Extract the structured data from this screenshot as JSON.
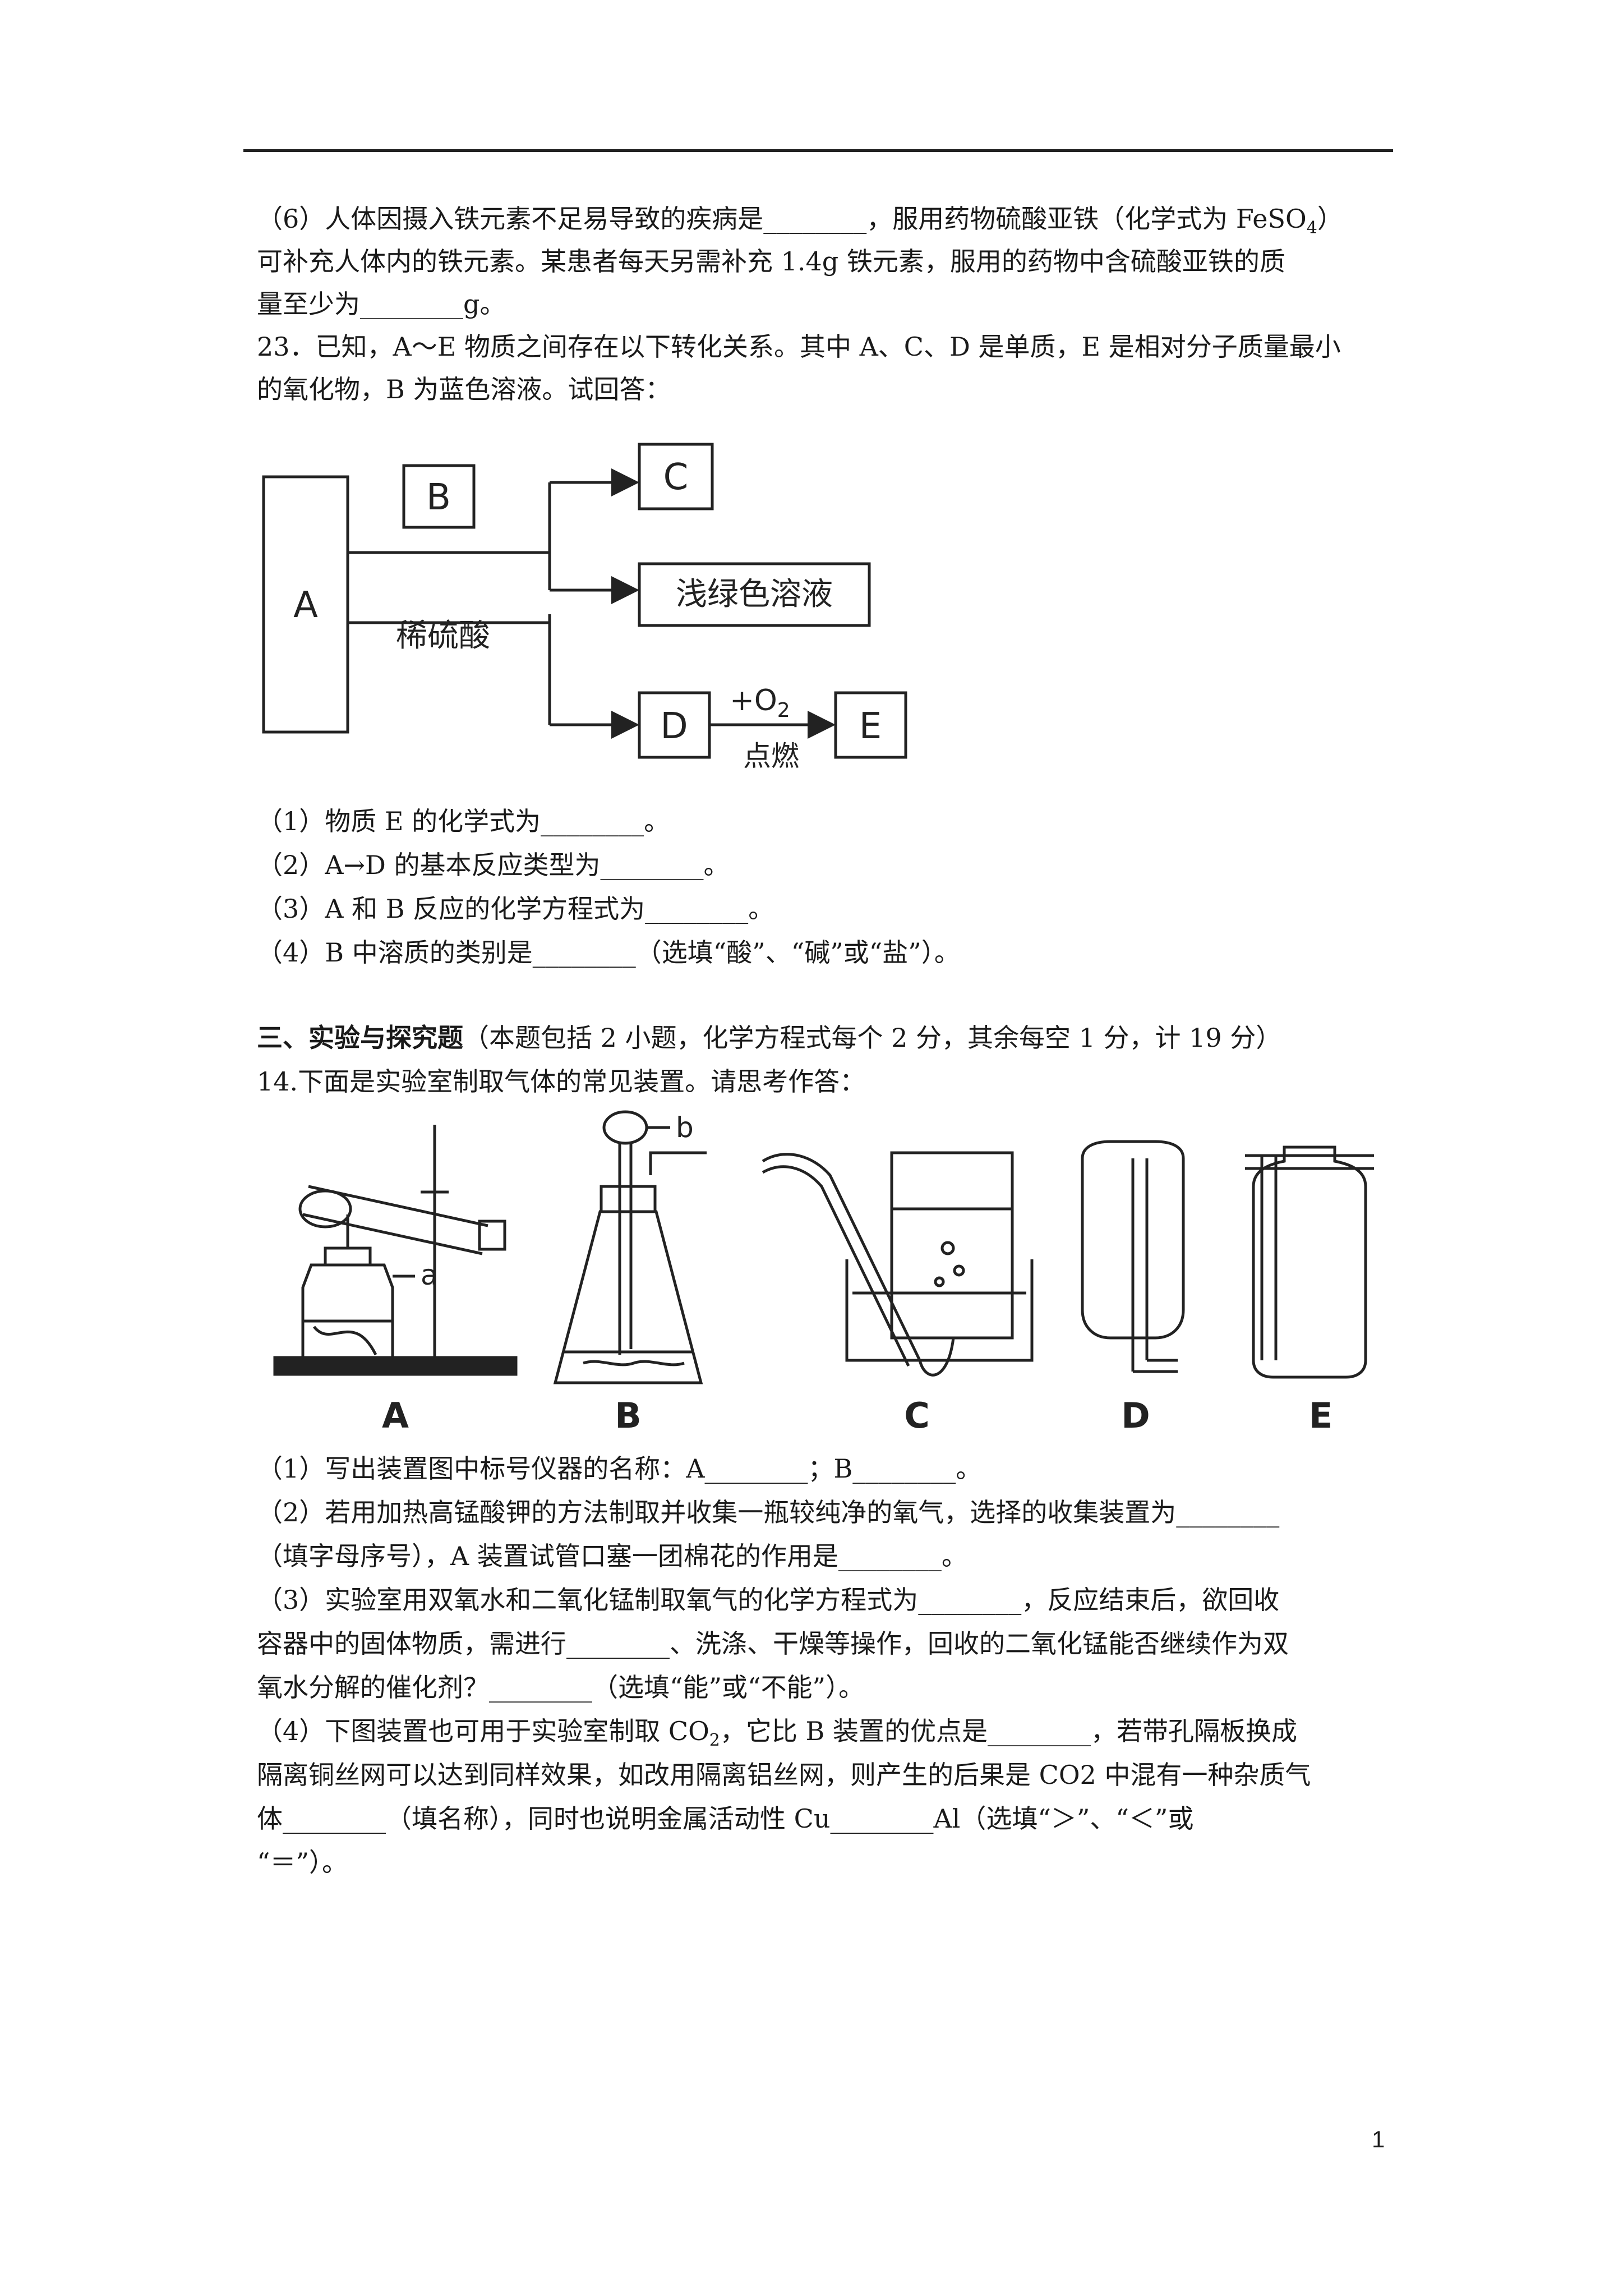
{
  "q22_6": {
    "l1a": "（6）人体因摄入铁元素不足易导致的疾病是________，服用药物硫酸亚铁（化学式为 FeSO",
    "l1sub": "4",
    "l1b": "）",
    "l2": "可补充人体内的铁元素。某患者每天另需补充 1.4g 铁元素，服用的药物中含硫酸亚铁的质",
    "l3": "量至少为________g。"
  },
  "q23": {
    "l1": "23．已知，A～E 物质之间存在以下转化关系。其中 A、C、D 是单质，E 是相对分子质量最小",
    "l2": "的氧化物，B 为蓝色溶液。试回答：",
    "diagram": {
      "A": "A",
      "B": "B",
      "C": "C",
      "acid": "稀硫酸",
      "green": "浅绿色溶液",
      "D": "D",
      "o2_main": "+O",
      "o2_sub": "2",
      "ignite": "点燃",
      "E": "E"
    },
    "s1": "（1）物质 E 的化学式为________。",
    "s2": "（2）A→D 的基本反应类型为________。",
    "s3": "（3）A 和 B 反应的化学方程式为________。",
    "s4": "（4）B 中溶质的类别是________（选填“酸”、“碱”或“盐”）。"
  },
  "section3": {
    "title": "三、实验与探究题",
    "desc": "（本题包括 2 小题，化学方程式每个 2 分，其余每空 1 分，计 19 分）"
  },
  "q14": {
    "intro": "14.下面是实验室制取气体的常见装置。请思考作答：",
    "apparatus": {
      "A": "A",
      "B": "B",
      "C": "C",
      "D": "D",
      "E": "E",
      "label_a": "a",
      "label_b": "b"
    },
    "p1": "（1）写出装置图中标号仪器的名称：A________；B________。",
    "p2a": "（2）若用加热高锰酸钾的方法制取并收集一瓶较纯净的氧气，选择的收集装置为________",
    "p2b": "（填字母序号），A 装置试管口塞一团棉花的作用是________。",
    "p3a": "（3）实验室用双氧水和二氧化锰制取氧气的化学方程式为________，反应结束后，欲回收",
    "p3b": "容器中的固体物质，需进行________、洗涤、干燥等操作，回收的二氧化锰能否继续作为双",
    "p3c": "氧水分解的催化剂？________（选填“能”或“不能”）。",
    "p4a1": "（4）下图装置也可用于实验室制取 CO",
    "p4a_sub": "2",
    "p4a2": "，它比 B 装置的优点是________，若带孔隔板换成",
    "p4b": "隔离铜丝网可以达到同样效果，如改用隔离铝丝网，则产生的后果是 CO2 中混有一种杂质气",
    "p4c": "体________（填名称），同时也说明金属活动性 Cu________Al（选填“＞”、“＜”或",
    "p4d": "“＝”）。"
  },
  "page_number": "1"
}
